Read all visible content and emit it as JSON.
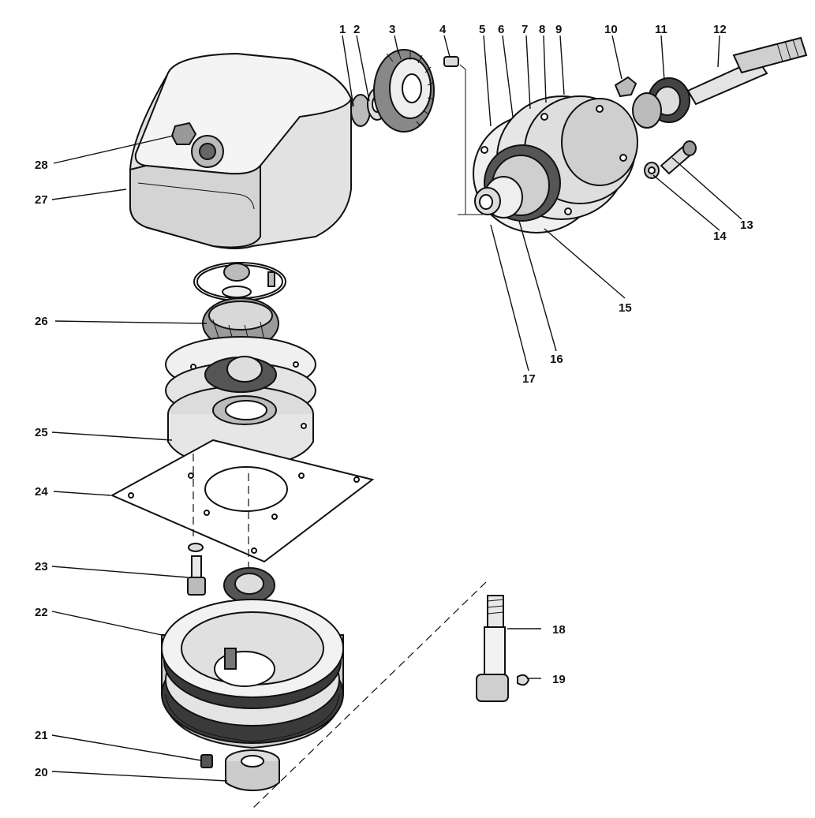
{
  "callouts": [
    "1",
    "2",
    "3",
    "4",
    "5",
    "6",
    "7",
    "8",
    "9",
    "10",
    "11",
    "12",
    "13",
    "14",
    "15",
    "16",
    "17",
    "18",
    "19",
    "20",
    "21",
    "22",
    "23",
    "24",
    "25",
    "26",
    "27",
    "28"
  ],
  "colors": {
    "ink": "#111111",
    "paper": "#ffffff",
    "shade": "#cfcfcf",
    "dark": "#3a3a3a"
  }
}
